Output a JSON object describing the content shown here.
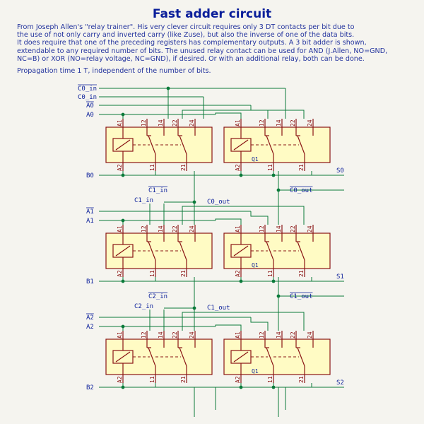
{
  "title": "Fast adder circuit",
  "description_lines": [
    "From Joseph Allen's \"relay trainer\". His very clever circuit requires only 3 DT contacts per bit due to",
    "the use of not only carry and inverted carry (like Zuse), but also the inverse of one of the data bits.",
    "It does require that one of the preceding registers has complementary outputs. A 3 bit adder is shown,",
    "extendable to any required number of bits. The unused relay contact can be used for AND (J.Allen, NO=GND,",
    "NC=B) or XOR (NO=relay voltage, NC=GND), if desired. Or with an additional relay, both can be done."
  ],
  "note": "Propagation time 1 T, independent of the number of bits.",
  "stages": [
    {
      "inputs": {
        "c_bar": "C0_in",
        "c": "C0_in",
        "a_bar": "A0",
        "a": "A0"
      },
      "c_bar_overline": true,
      "a_bar_overline": true,
      "b": "B0",
      "s": "S0",
      "carry_out": "C0_out",
      "carry_out_bar": "C0_out",
      "q": "Q1"
    },
    {
      "inputs": {
        "c_bar": "C1_in",
        "c": "C1_in",
        "a_bar": "A1",
        "a": "A1"
      },
      "b": "B1",
      "s": "S1",
      "carry_out": "C1_out",
      "carry_out_bar": "C1_out",
      "q": "Q1"
    },
    {
      "inputs": {
        "c_bar": "C2_in",
        "c": "C2_in",
        "a_bar": "A2",
        "a": "A2"
      },
      "b": "B2",
      "s": "S2",
      "q": "Q1"
    }
  ],
  "pins": {
    "a1": "A1",
    "a2": "A2",
    "p12": "12",
    "p14": "14",
    "p11": "11",
    "p22": "22",
    "p24": "24",
    "p21": "21"
  }
}
